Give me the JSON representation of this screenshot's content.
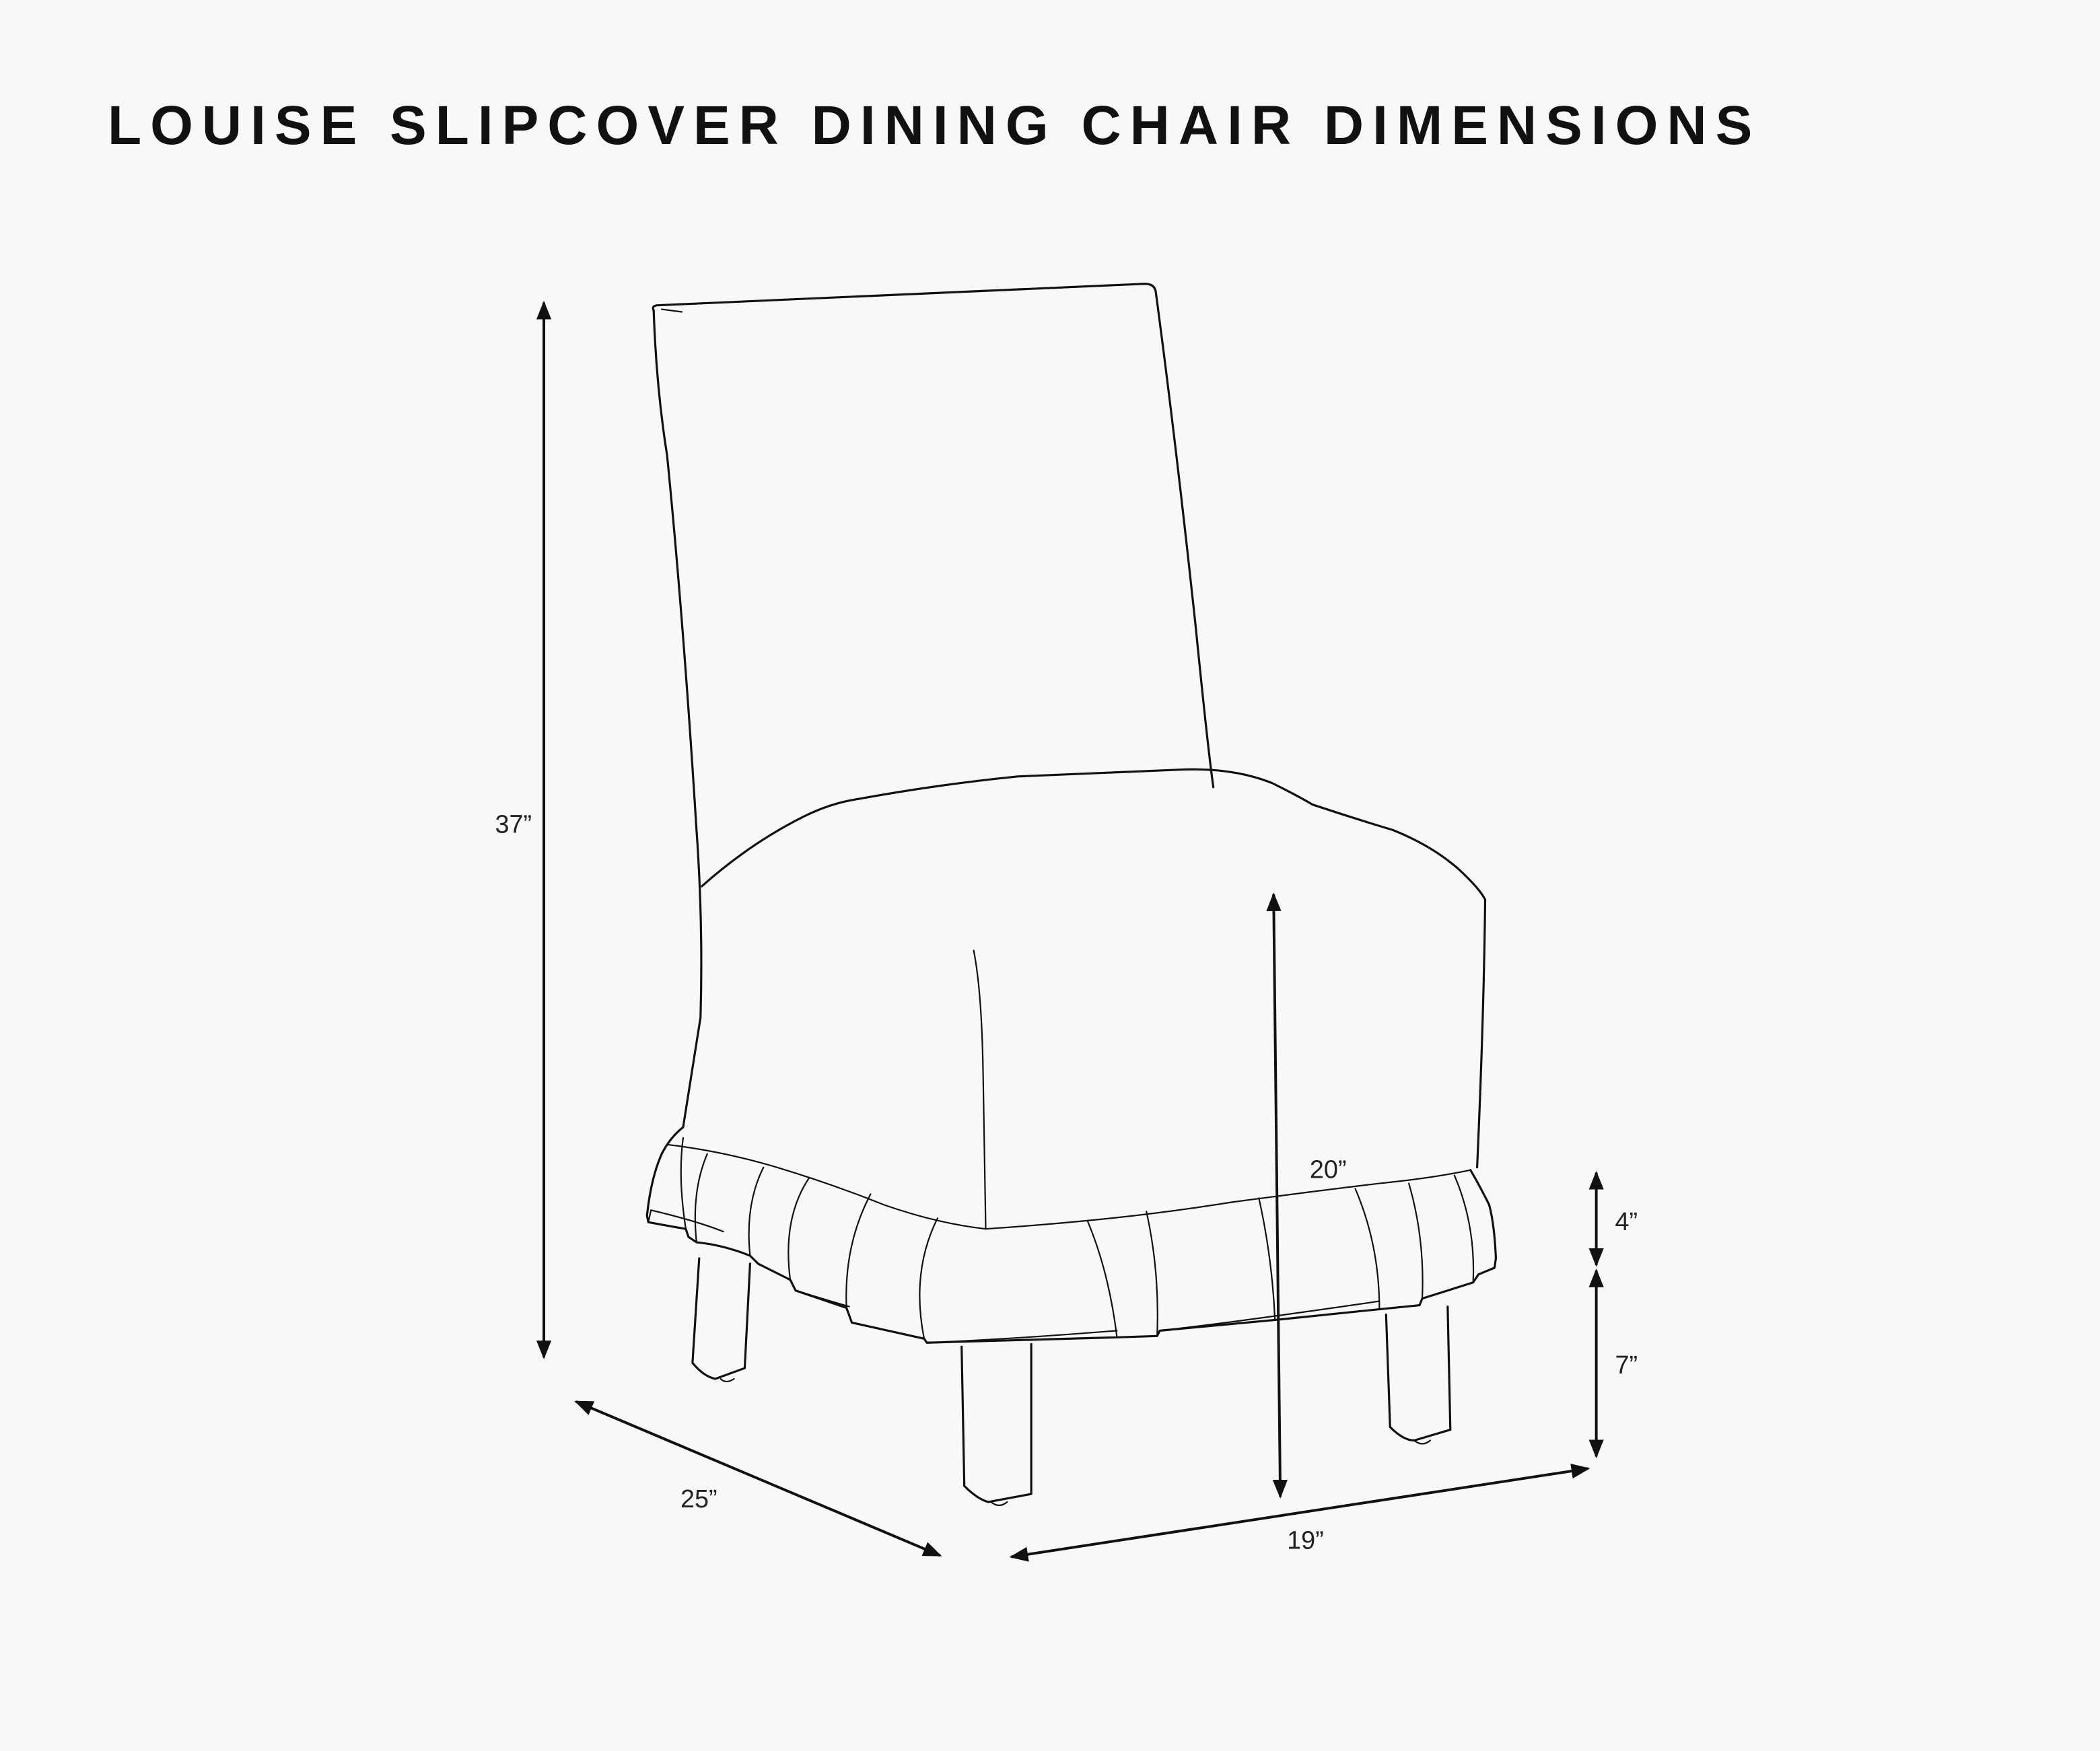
{
  "title": "LOUISE SLIPCOVER DINING CHAIR DIMENSIONS",
  "dimensions": {
    "overall_height": "37”",
    "seat_height": "20”",
    "skirt_height": "4”",
    "leg_height": "7”",
    "depth": "25”",
    "width": "19”"
  },
  "colors": {
    "background": "#f8f8f8",
    "line": "#111111"
  }
}
